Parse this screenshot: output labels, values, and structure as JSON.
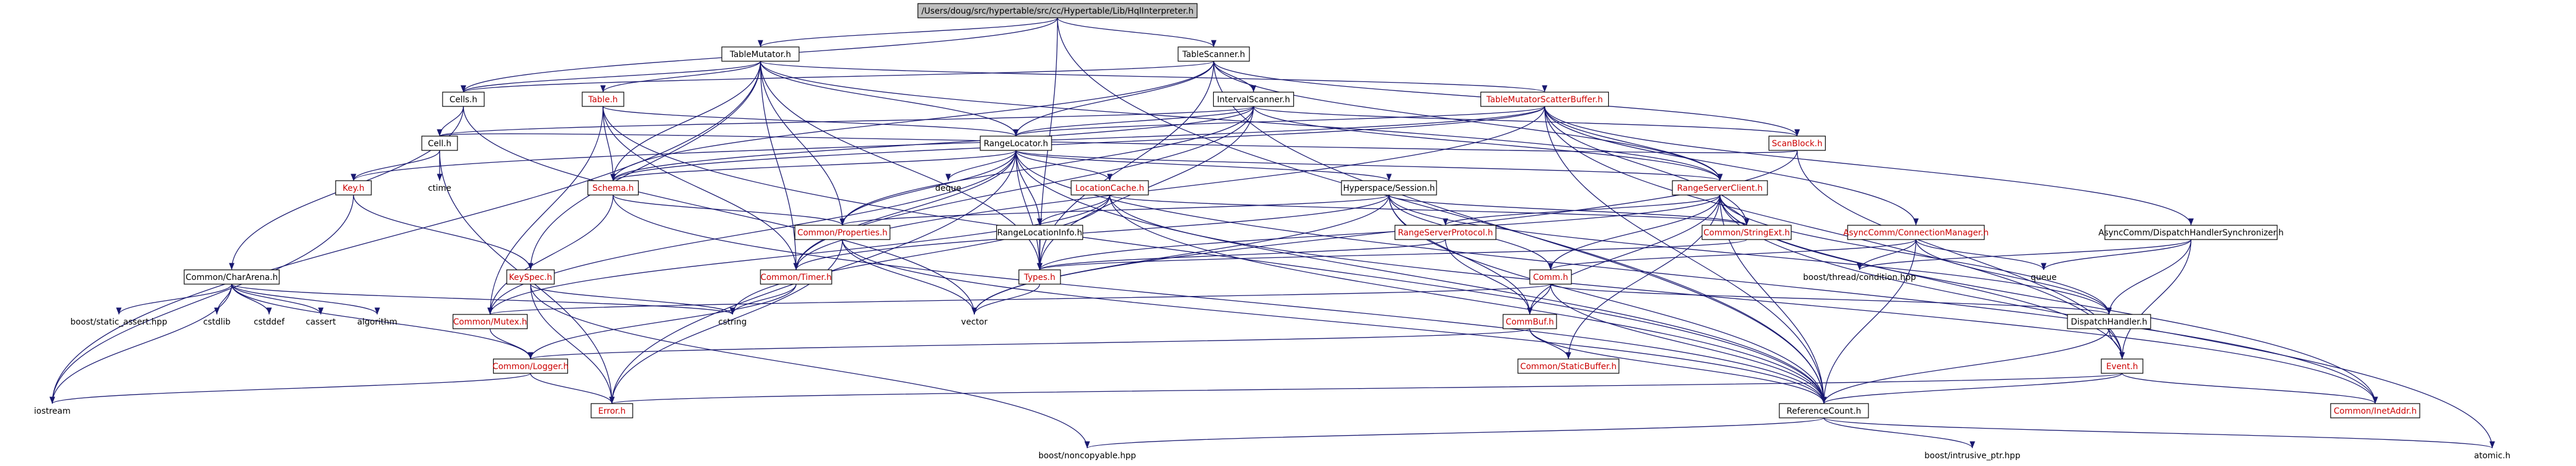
{
  "colors": {
    "edge": "#191970",
    "node_border": "#000000",
    "root_fill": "#bfbfbf",
    "text_black": "#000000",
    "text_red": "#cc0000"
  },
  "nodes": [
    {
      "id": "root",
      "label": "/Users/doug/src/hypertable/src/cc/Hypertable/Lib/HqlInterpreter.h",
      "style": "root"
    },
    {
      "id": "TableScanner",
      "label": "TableScanner.h",
      "style": "black"
    },
    {
      "id": "TableMutator",
      "label": "TableMutator.h",
      "style": "black"
    },
    {
      "id": "Cells",
      "label": "Cells.h",
      "style": "black"
    },
    {
      "id": "Table",
      "label": "Table.h",
      "style": "red"
    },
    {
      "id": "IntervalScanner",
      "label": "IntervalScanner.h",
      "style": "black"
    },
    {
      "id": "TableMutatorScatterBuffer",
      "label": "TableMutatorScatterBuffer.h",
      "style": "red"
    },
    {
      "id": "Cell",
      "label": "Cell.h",
      "style": "black"
    },
    {
      "id": "RangeLocator",
      "label": "RangeLocator.h",
      "style": "black"
    },
    {
      "id": "ScanBlock",
      "label": "ScanBlock.h",
      "style": "red"
    },
    {
      "id": "Key",
      "label": "Key.h",
      "style": "red"
    },
    {
      "id": "ctime",
      "label": "ctime",
      "style": "plain"
    },
    {
      "id": "Schema",
      "label": "Schema.h",
      "style": "red"
    },
    {
      "id": "deque",
      "label": "deque",
      "style": "plain"
    },
    {
      "id": "LocationCache",
      "label": "LocationCache.h",
      "style": "red"
    },
    {
      "id": "HyperspaceSession",
      "label": "Hyperspace/Session.h",
      "style": "black"
    },
    {
      "id": "RangeServerClient",
      "label": "RangeServerClient.h",
      "style": "red"
    },
    {
      "id": "CommonProperties",
      "label": "Common/Properties.h",
      "style": "red"
    },
    {
      "id": "RangeLocationInfo",
      "label": "RangeLocationInfo.h",
      "style": "black"
    },
    {
      "id": "RangeServerProtocol",
      "label": "RangeServerProtocol.h",
      "style": "red"
    },
    {
      "id": "CommonStringExt",
      "label": "Common/StringExt.h",
      "style": "red"
    },
    {
      "id": "AsyncCommConnectionManager",
      "label": "AsyncComm/ConnectionManager.h",
      "style": "red"
    },
    {
      "id": "AsyncCommDispatchHandlerSynchronizer",
      "label": "AsyncComm/DispatchHandlerSynchronizer.h",
      "style": "black"
    },
    {
      "id": "CommonCharArena",
      "label": "Common/CharArena.h",
      "style": "black"
    },
    {
      "id": "KeySpec",
      "label": "KeySpec.h",
      "style": "red"
    },
    {
      "id": "CommonTimer",
      "label": "Common/Timer.h",
      "style": "red"
    },
    {
      "id": "Types",
      "label": "Types.h",
      "style": "red"
    },
    {
      "id": "Comm",
      "label": "Comm.h",
      "style": "red"
    },
    {
      "id": "boostthreadcondition",
      "label": "boost/thread/condition.hpp",
      "style": "plain"
    },
    {
      "id": "queue",
      "label": "queue",
      "style": "plain"
    },
    {
      "id": "boostStaticAssert",
      "label": "boost/static_assert.hpp",
      "style": "plain"
    },
    {
      "id": "cstdlib",
      "label": "cstdlib",
      "style": "plain"
    },
    {
      "id": "cstddef",
      "label": "cstddef",
      "style": "plain"
    },
    {
      "id": "cassert",
      "label": "cassert",
      "style": "plain"
    },
    {
      "id": "algorithm",
      "label": "algorithm",
      "style": "plain"
    },
    {
      "id": "CommonMutex",
      "label": "Common/Mutex.h",
      "style": "red"
    },
    {
      "id": "cstring",
      "label": "cstring",
      "style": "plain"
    },
    {
      "id": "vector",
      "label": "vector",
      "style": "plain"
    },
    {
      "id": "CommBuf",
      "label": "CommBuf.h",
      "style": "red"
    },
    {
      "id": "DispatchHandler",
      "label": "DispatchHandler.h",
      "style": "black"
    },
    {
      "id": "CommonLogger",
      "label": "Common/Logger.h",
      "style": "red"
    },
    {
      "id": "CommonStaticBuffer",
      "label": "Common/StaticBuffer.h",
      "style": "red"
    },
    {
      "id": "Event",
      "label": "Event.h",
      "style": "red"
    },
    {
      "id": "iostream",
      "label": "iostream",
      "style": "plain"
    },
    {
      "id": "Error",
      "label": "Error.h",
      "style": "red"
    },
    {
      "id": "ReferenceCount",
      "label": "ReferenceCount.h",
      "style": "black"
    },
    {
      "id": "CommonInetAddr",
      "label": "Common/InetAddr.h",
      "style": "red"
    },
    {
      "id": "boostnoncopyable",
      "label": "boost/noncopyable.hpp",
      "style": "plain"
    },
    {
      "id": "boostintrusiveptr",
      "label": "boost/intrusive_ptr.hpp",
      "style": "plain"
    },
    {
      "id": "atomic",
      "label": "atomic.h",
      "style": "plain"
    }
  ]
}
